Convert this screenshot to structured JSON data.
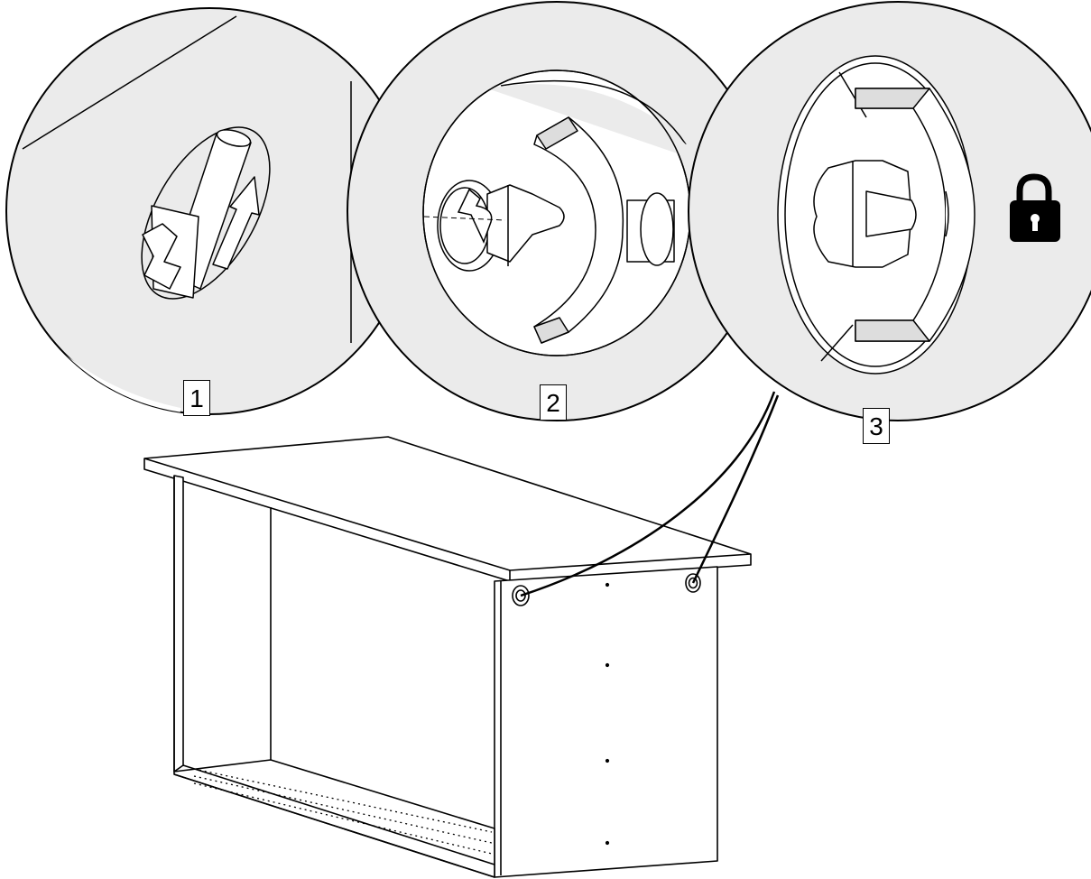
{
  "steps": [
    {
      "number": "1",
      "description": "insert-cam-connector"
    },
    {
      "number": "2",
      "description": "rotate-cam-connector"
    },
    {
      "number": "3",
      "description": "locked-cam-connector"
    }
  ],
  "icons": {
    "lock": "padlock-icon",
    "rotate": "rotation-arrow-icon",
    "insert": "insert-arrow-icon"
  },
  "colors": {
    "stroke": "#000000",
    "circle_fill": "#ebebeb",
    "lock_fill": "#000000"
  }
}
